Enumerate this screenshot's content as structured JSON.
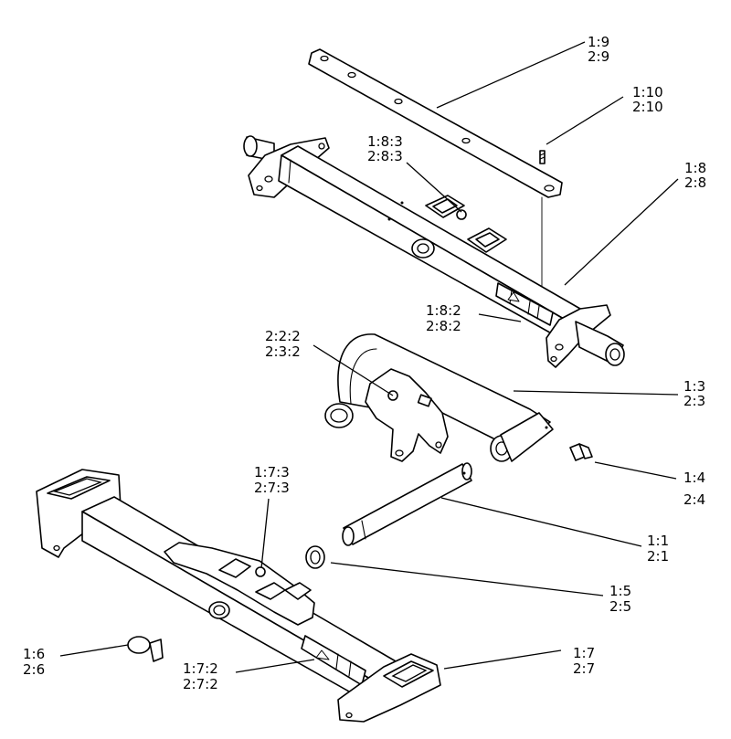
{
  "callouts": [
    {
      "id": "c-1-9",
      "line1": "1:9",
      "line2": "2:9"
    },
    {
      "id": "c-1-10",
      "line1": "1:10",
      "line2": "2:10"
    },
    {
      "id": "c-1-8-3",
      "line1": "1:8:3",
      "line2": "2:8:3"
    },
    {
      "id": "c-1-8",
      "line1": "1:8",
      "line2": "2:8"
    },
    {
      "id": "c-1-8-2",
      "line1": "1:8:2",
      "line2": "2:8:2"
    },
    {
      "id": "c-2-2-2",
      "line1": "2:2:2",
      "line2": "2:3:2"
    },
    {
      "id": "c-1-3",
      "line1": "1:3",
      "line2": "2:3"
    },
    {
      "id": "c-1-4",
      "line1": "1:4",
      "line2": "2:4"
    },
    {
      "id": "c-1-7-3",
      "line1": "1:7:3",
      "line2": "2:7:3"
    },
    {
      "id": "c-1-1",
      "line1": "1:1",
      "line2": "2:1"
    },
    {
      "id": "c-1-5",
      "line1": "1:5",
      "line2": "2:5"
    },
    {
      "id": "c-1-6",
      "line1": "1:6",
      "line2": "2:6"
    },
    {
      "id": "c-1-7-2",
      "line1": "1:7:2",
      "line2": "2:7:2"
    },
    {
      "id": "c-1-7",
      "line1": "1:7",
      "line2": "2:7"
    }
  ]
}
